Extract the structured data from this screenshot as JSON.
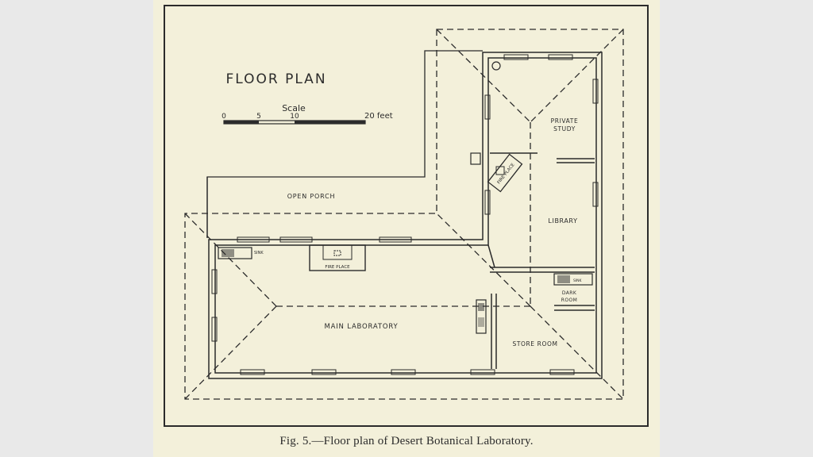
{
  "title": "FLOOR PLAN",
  "scale": {
    "heading": "Scale",
    "ticks": [
      "0",
      "5",
      "10",
      "20 feet"
    ]
  },
  "rooms": {
    "open_porch": "OPEN PORCH",
    "private_study_line1": "PRIVATE",
    "private_study_line2": "STUDY",
    "library": "LIBRARY",
    "main_laboratory": "MAIN LABORATORY",
    "store_room": "STORE ROOM",
    "dark_room_line1": "DARK",
    "dark_room_line2": "ROOM",
    "fire_place_main": "FIRE PLACE",
    "fire_place_study": "FIRE PLACE",
    "sink_main": "SINK",
    "sink_dark_room": "SINK"
  },
  "caption": "Fig. 5.—Floor plan of Desert Botanical Laboratory."
}
